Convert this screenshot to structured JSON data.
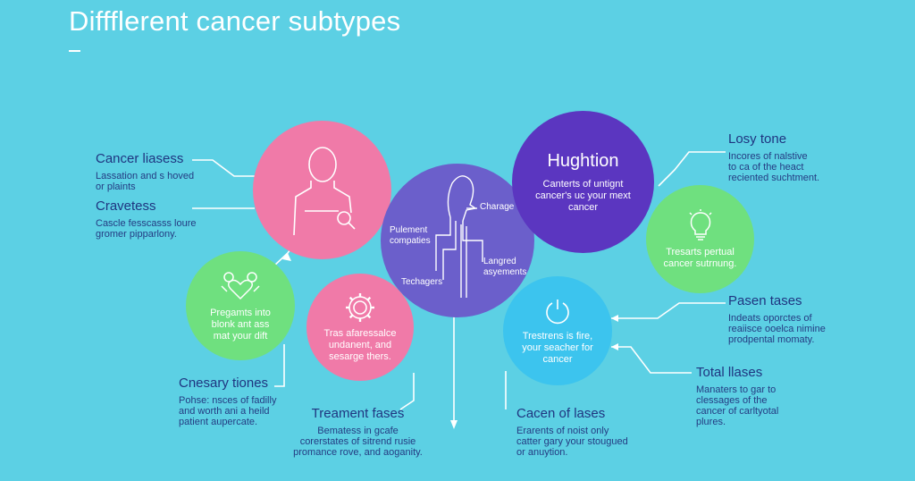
{
  "title": "Diffflerent cancer subtypes",
  "colors": {
    "background": "#5cd0e4",
    "pink": "#f07aa8",
    "green": "#6fe07f",
    "violet": "#6b5fcb",
    "deep_purple": "#5b36c0",
    "blue": "#3cc4ee",
    "text_dark": "#1f3580"
  },
  "circles": {
    "pink_top": {
      "icon": "person-magnifier-icon"
    },
    "green_left": {
      "icon": "hands-heart-icon",
      "text": "Pregamts into\nblonk ant ass\nmat your dift"
    },
    "pink_bottom": {
      "icon": "gear-icon",
      "text": "Tras afaressalce\nundanent, and\nsesarge thers."
    },
    "center": {
      "icon": "human-profile-icon",
      "labels": {
        "left": "Pulement\ncompaties",
        "right_top": "Charage",
        "right_bottom": "Langred\nasyements",
        "bottom_left": "Techagers"
      }
    },
    "purple_top": {
      "title": "Hughtion",
      "text": "Canterts of untignt\ncancer's uc your mext\ncancer"
    },
    "green_right": {
      "icon": "lightbulb-icon",
      "text": "Tresarts pertual\ncancer sutrnung."
    },
    "blue_bottom": {
      "icon": "power-icon",
      "text": "Trestrens is fire,\nyour seacher for\ncancer"
    }
  },
  "labels": {
    "cancer_liases": {
      "title": "Cancer liasess",
      "text": "Lassation and s hoved\nor plaints"
    },
    "cravetess": {
      "title": "Cravetess",
      "text": "Cascle fesscasss loure\ngromer pipparlony."
    },
    "cnesary_tiones": {
      "title": "Cnesary tiones",
      "text": "Pohse: nsces of fadilly\nand worth ani a heild\npatient aupercate."
    },
    "treament_fases": {
      "title": "Treament fases",
      "text": "Bematess in gcafe\ncorerstates of sitrend rusie\npromance rove, and aoganity."
    },
    "lossy_tone": {
      "title": "Losy tone",
      "text": "Incores of nalstive\nto ca of the heact\nreciented suchtment."
    },
    "pasen_tases": {
      "title": "Pasen tases",
      "text": "Indeats oporctes of\nreaiisce ooelca nimine\nprodpental momaty."
    },
    "total_lases": {
      "title": "Total llases",
      "text": "Manaters to gar to\nclessages of the\ncancer of carltyotal\nplures."
    },
    "cacen_of_lases": {
      "title": "Cacen of lases",
      "text": "Erarents of noist only\ncatter gary your stougued\nor anuytion."
    }
  }
}
